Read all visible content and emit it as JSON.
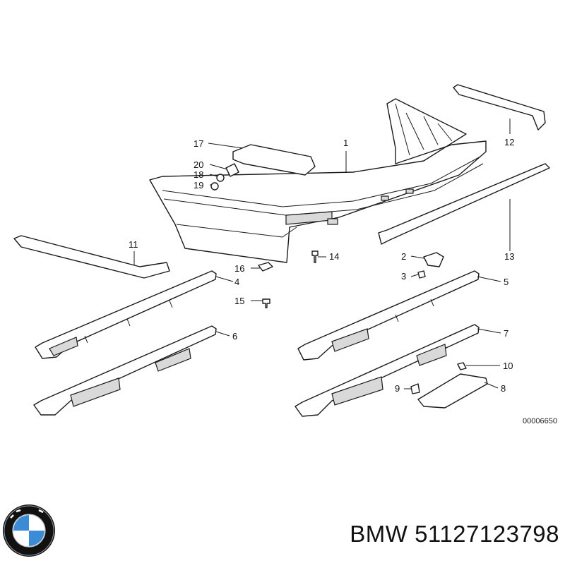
{
  "diagram": {
    "callouts": [
      {
        "id": "1",
        "label": "1"
      },
      {
        "id": "2",
        "label": "2"
      },
      {
        "id": "3",
        "label": "3"
      },
      {
        "id": "4",
        "label": "4"
      },
      {
        "id": "5",
        "label": "5"
      },
      {
        "id": "6",
        "label": "6"
      },
      {
        "id": "7",
        "label": "7"
      },
      {
        "id": "8",
        "label": "8"
      },
      {
        "id": "9",
        "label": "9"
      },
      {
        "id": "10",
        "label": "10"
      },
      {
        "id": "11",
        "label": "11"
      },
      {
        "id": "12",
        "label": "12"
      },
      {
        "id": "13",
        "label": "13"
      },
      {
        "id": "14",
        "label": "14"
      },
      {
        "id": "15",
        "label": "15"
      },
      {
        "id": "16",
        "label": "16"
      },
      {
        "id": "17",
        "label": "17"
      },
      {
        "id": "18",
        "label": "18"
      },
      {
        "id": "19",
        "label": "19"
      },
      {
        "id": "20",
        "label": "20"
      }
    ],
    "diagram_number": "00006650"
  },
  "logo": {
    "brand": "BMW"
  },
  "caption": {
    "text": "BMW 51127123798"
  }
}
